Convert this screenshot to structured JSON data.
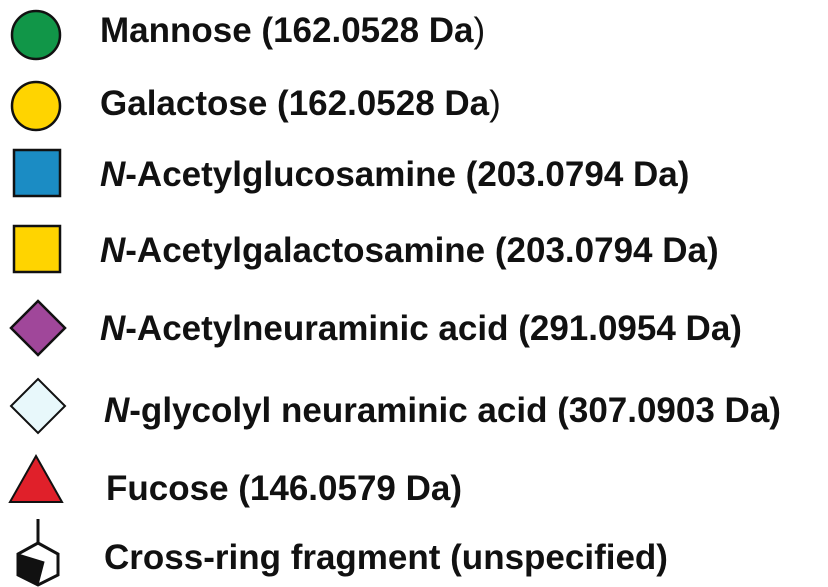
{
  "legend": {
    "items": [
      {
        "prefix": "",
        "label": "Mannose (162.0528 Da",
        "suffix": ")",
        "icon": "green-circle-icon",
        "fill": "#119648",
        "stroke": "#111111"
      },
      {
        "prefix": "",
        "label": "Galactose (162.0528 Da",
        "suffix": ")",
        "icon": "yellow-circle-icon",
        "fill": "#FFD400",
        "stroke": "#111111"
      },
      {
        "prefix": "N",
        "label": "-Acetylglucosamine (203.0794 Da)",
        "suffix": "",
        "icon": "blue-square-icon",
        "fill": "#1B8CC4",
        "stroke": "#111111"
      },
      {
        "prefix": "N",
        "label": "-Acetylgalactosamine (203.0794 Da)",
        "suffix": "",
        "icon": "yellow-square-icon",
        "fill": "#FFD400",
        "stroke": "#111111"
      },
      {
        "prefix": "N",
        "label": "-Acetylneuraminic acid (291.0954 Da)",
        "suffix": "",
        "icon": "purple-diamond-icon",
        "fill": "#A0479A",
        "stroke": "#111111"
      },
      {
        "prefix": "N",
        "label": "-glycolyl neuraminic acid (307.0903 Da)",
        "suffix": "",
        "icon": "light-cyan-diamond-icon",
        "fill": "#E8F8FB",
        "stroke": "#111111"
      },
      {
        "prefix": "",
        "label": "Fucose (146.0579 Da)",
        "suffix": "",
        "icon": "red-triangle-icon",
        "fill": "#E0202A",
        "stroke": "#111111"
      },
      {
        "prefix": "",
        "label": "Cross-ring fragment (unspecified)",
        "suffix": "",
        "icon": "cross-ring-fragment-icon",
        "fill": "#111111",
        "stroke": "#111111"
      }
    ]
  }
}
